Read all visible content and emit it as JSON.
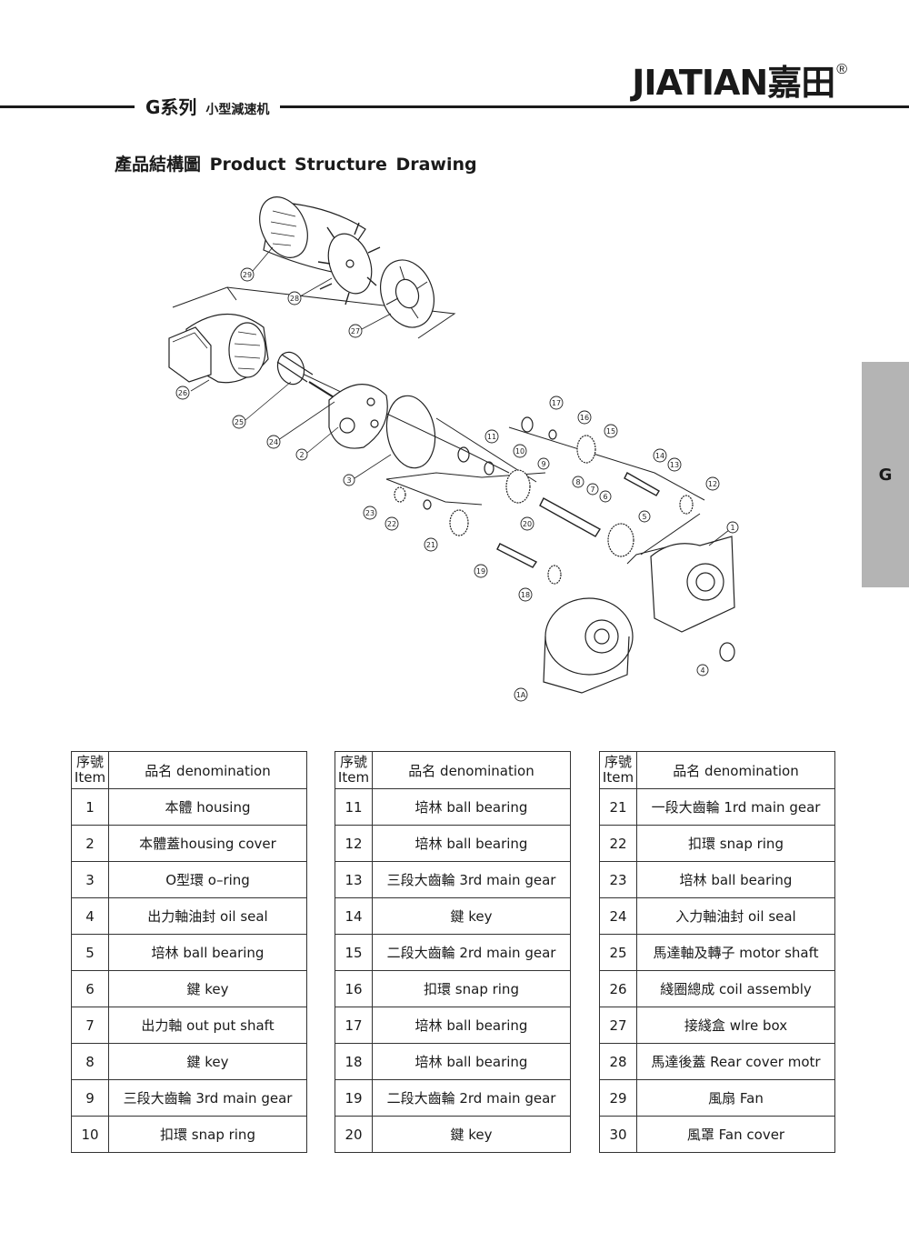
{
  "header": {
    "series": "G系列",
    "subtitle": "小型減速机",
    "brand": "JIATIAN嘉田",
    "registered": "®"
  },
  "section_title": "產品結構圖  Product Structure  Drawing",
  "side_tab": "G",
  "drawing": {
    "callouts": [
      "1",
      "1A",
      "2",
      "3",
      "4",
      "5",
      "6",
      "7",
      "8",
      "9",
      "10",
      "11",
      "12",
      "13",
      "14",
      "15",
      "16",
      "17",
      "18",
      "19",
      "20",
      "21",
      "22",
      "23",
      "24",
      "25",
      "26",
      "27",
      "28",
      "29"
    ]
  },
  "table": {
    "col_no_line1": "序號",
    "col_no_line2": "Item",
    "col_name": "品名 denomination",
    "groups": [
      [
        {
          "no": "1",
          "name": "本體 housing"
        },
        {
          "no": "2",
          "name": "本體蓋housing cover"
        },
        {
          "no": "3",
          "name": "O型環 o–ring"
        },
        {
          "no": "4",
          "name": "出力軸油封 oil seal"
        },
        {
          "no": "5",
          "name": "培林 ball bearing"
        },
        {
          "no": "6",
          "name": "鍵 key"
        },
        {
          "no": "7",
          "name": "出力軸  out put shaft"
        },
        {
          "no": "8",
          "name": "鍵 key"
        },
        {
          "no": "9",
          "name": "三段大齒輪 3rd main gear"
        },
        {
          "no": "10",
          "name": "扣環 snap ring"
        }
      ],
      [
        {
          "no": "11",
          "name": "培林 ball bearing"
        },
        {
          "no": "12",
          "name": "培林 ball bearing"
        },
        {
          "no": "13",
          "name": "三段大齒輪 3rd main gear"
        },
        {
          "no": "14",
          "name": "鍵 key"
        },
        {
          "no": "15",
          "name": "二段大齒輪 2rd main gear"
        },
        {
          "no": "16",
          "name": "扣環 snap ring"
        },
        {
          "no": "17",
          "name": "培林 ball bearing"
        },
        {
          "no": "18",
          "name": "培林 ball bearing"
        },
        {
          "no": "19",
          "name": "二段大齒輪 2rd main gear"
        },
        {
          "no": "20",
          "name": "鍵 key"
        }
      ],
      [
        {
          "no": "21",
          "name": "一段大齒輪 1rd main gear"
        },
        {
          "no": "22",
          "name": "扣環 snap ring"
        },
        {
          "no": "23",
          "name": "培林 ball bearing"
        },
        {
          "no": "24",
          "name": "入力軸油封 oil seal"
        },
        {
          "no": "25",
          "name": "馬達軸及轉子  motor shaft"
        },
        {
          "no": "26",
          "name": "綫圈總成  coil assembly"
        },
        {
          "no": "27",
          "name": "接綫盒  wlre box"
        },
        {
          "no": "28",
          "name": "馬達後蓋  Rear cover motr"
        },
        {
          "no": "29",
          "name": "風扇 Fan"
        },
        {
          "no": "30",
          "name": "風罩 Fan cover"
        }
      ]
    ]
  }
}
